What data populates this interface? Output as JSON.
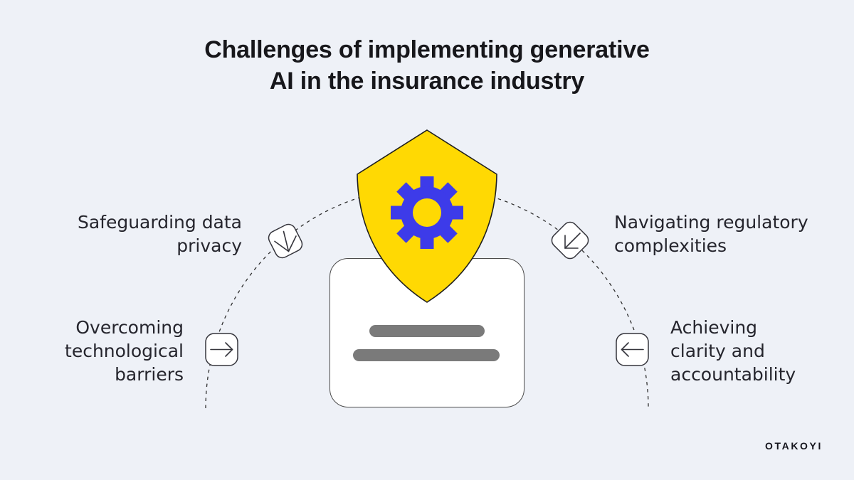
{
  "title": {
    "lines": [
      "Challenges of implementing generative",
      "AI in the insurance industry"
    ]
  },
  "challenges": [
    {
      "name": "safeguarding-data-privacy",
      "icon": "arrow-down-icon",
      "label_lines": [
        "Safeguarding data",
        "privacy"
      ]
    },
    {
      "name": "overcoming-technological-barriers",
      "icon": "arrow-right-icon",
      "label_lines": [
        "Overcoming",
        "technological",
        "barriers"
      ]
    },
    {
      "name": "navigating-regulatory-complexities",
      "icon": "arrow-down-left-icon",
      "label_lines": [
        "Navigating regulatory",
        "complexities"
      ]
    },
    {
      "name": "achieving-clarity-and-accountability",
      "icon": "arrow-left-icon",
      "label_lines": [
        "Achieving",
        "clarity and",
        "accountability"
      ]
    }
  ],
  "center_graphic": {
    "shield_icon": "shield-icon",
    "gear_icon": "gear-icon",
    "document_icon": "document-card-icon",
    "document_bars": 2
  },
  "logo": {
    "text": "OTAKOYI"
  },
  "colors": {
    "background": "#eef1f7",
    "shield_yellow": "#ffd903",
    "gear_blue": "#3d3be9",
    "doc_bar_gray": "#7a7a7a",
    "line_dark": "#2e2e2e",
    "text_dark": "#25252d"
  }
}
